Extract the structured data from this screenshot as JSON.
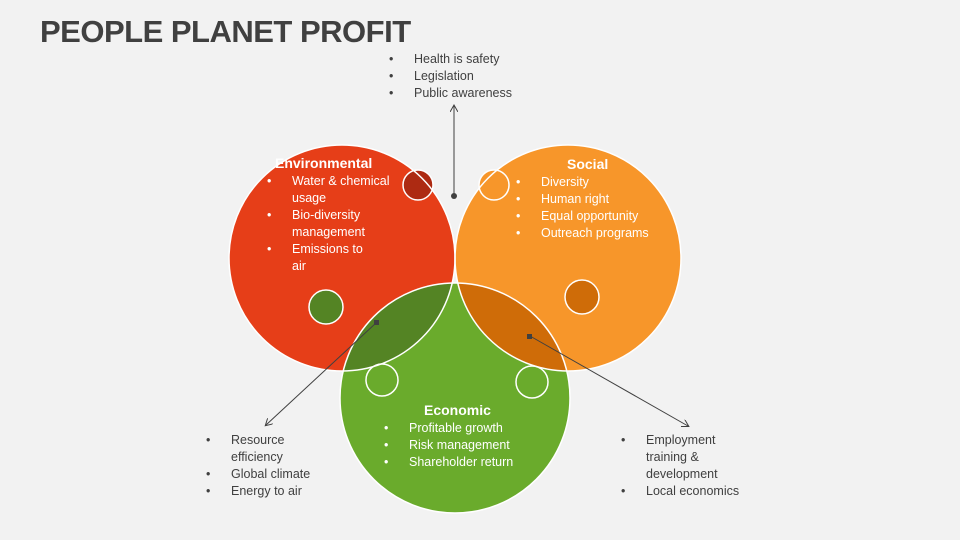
{
  "title": "PEOPLE PLANET PROFIT",
  "colors": {
    "background": "#f2f2f2",
    "environmental": "#e63e18",
    "social": "#f7962a",
    "economic": "#6aab2c",
    "env_social_overlap": "#ad2a12",
    "env_econ_overlap": "#548424",
    "social_econ_overlap": "#cf6c08",
    "center": "#ffffff",
    "text_dark": "#404040"
  },
  "environmental": {
    "heading": "Environmental",
    "items": [
      "Water & chemical usage",
      "Bio-diversity management",
      "Emissions to air"
    ]
  },
  "social": {
    "heading": "Social",
    "items": [
      "Diversity",
      "Human right",
      "Equal opportunity",
      "Outreach programs"
    ]
  },
  "economic": {
    "heading": "Economic",
    "items": [
      "Profitable growth",
      "Risk management",
      "Shareholder return"
    ]
  },
  "callouts": {
    "top": {
      "items": [
        "Health is safety",
        "Legislation",
        "Public awareness"
      ]
    },
    "bottom_left": {
      "items": [
        "Resource efficiency",
        "Global climate",
        "Energy to air"
      ]
    },
    "bottom_right": {
      "items": [
        "Employment training & development",
        "Local economics"
      ]
    }
  }
}
